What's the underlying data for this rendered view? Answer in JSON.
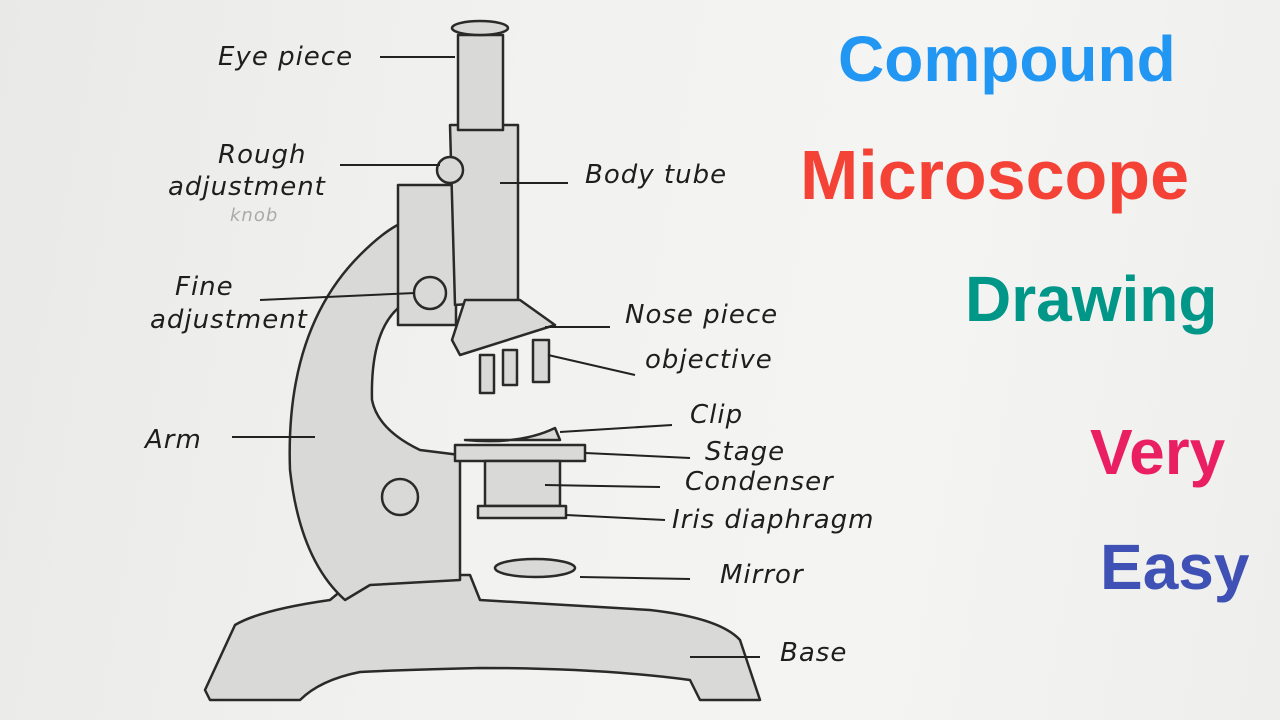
{
  "title": {
    "line1": "Compound",
    "line2": "Microscope",
    "line3": "Drawing",
    "line4": "Very",
    "line5": "Easy",
    "colors": {
      "line1": "#2196f3",
      "line2": "#f44336",
      "line3": "#009688",
      "line4": "#e91e63",
      "line5": "#3f51b5"
    }
  },
  "labels": {
    "eye_piece": "Eye piece",
    "rough_adjustment": "Rough",
    "rough_adjustment_2": "adjustment",
    "rough_adjustment_3": "knob",
    "body_tube": "Body tube",
    "fine_adjustment": "Fine",
    "fine_adjustment_2": "adjustment",
    "nose_piece": "Nose piece",
    "objective": "objective",
    "arm": "Arm",
    "clip": "Clip",
    "stage": "Stage",
    "condenser": "Condenser",
    "iris_diaphragm": "Iris diaphragm",
    "mirror": "Mirror",
    "base": "Base"
  }
}
